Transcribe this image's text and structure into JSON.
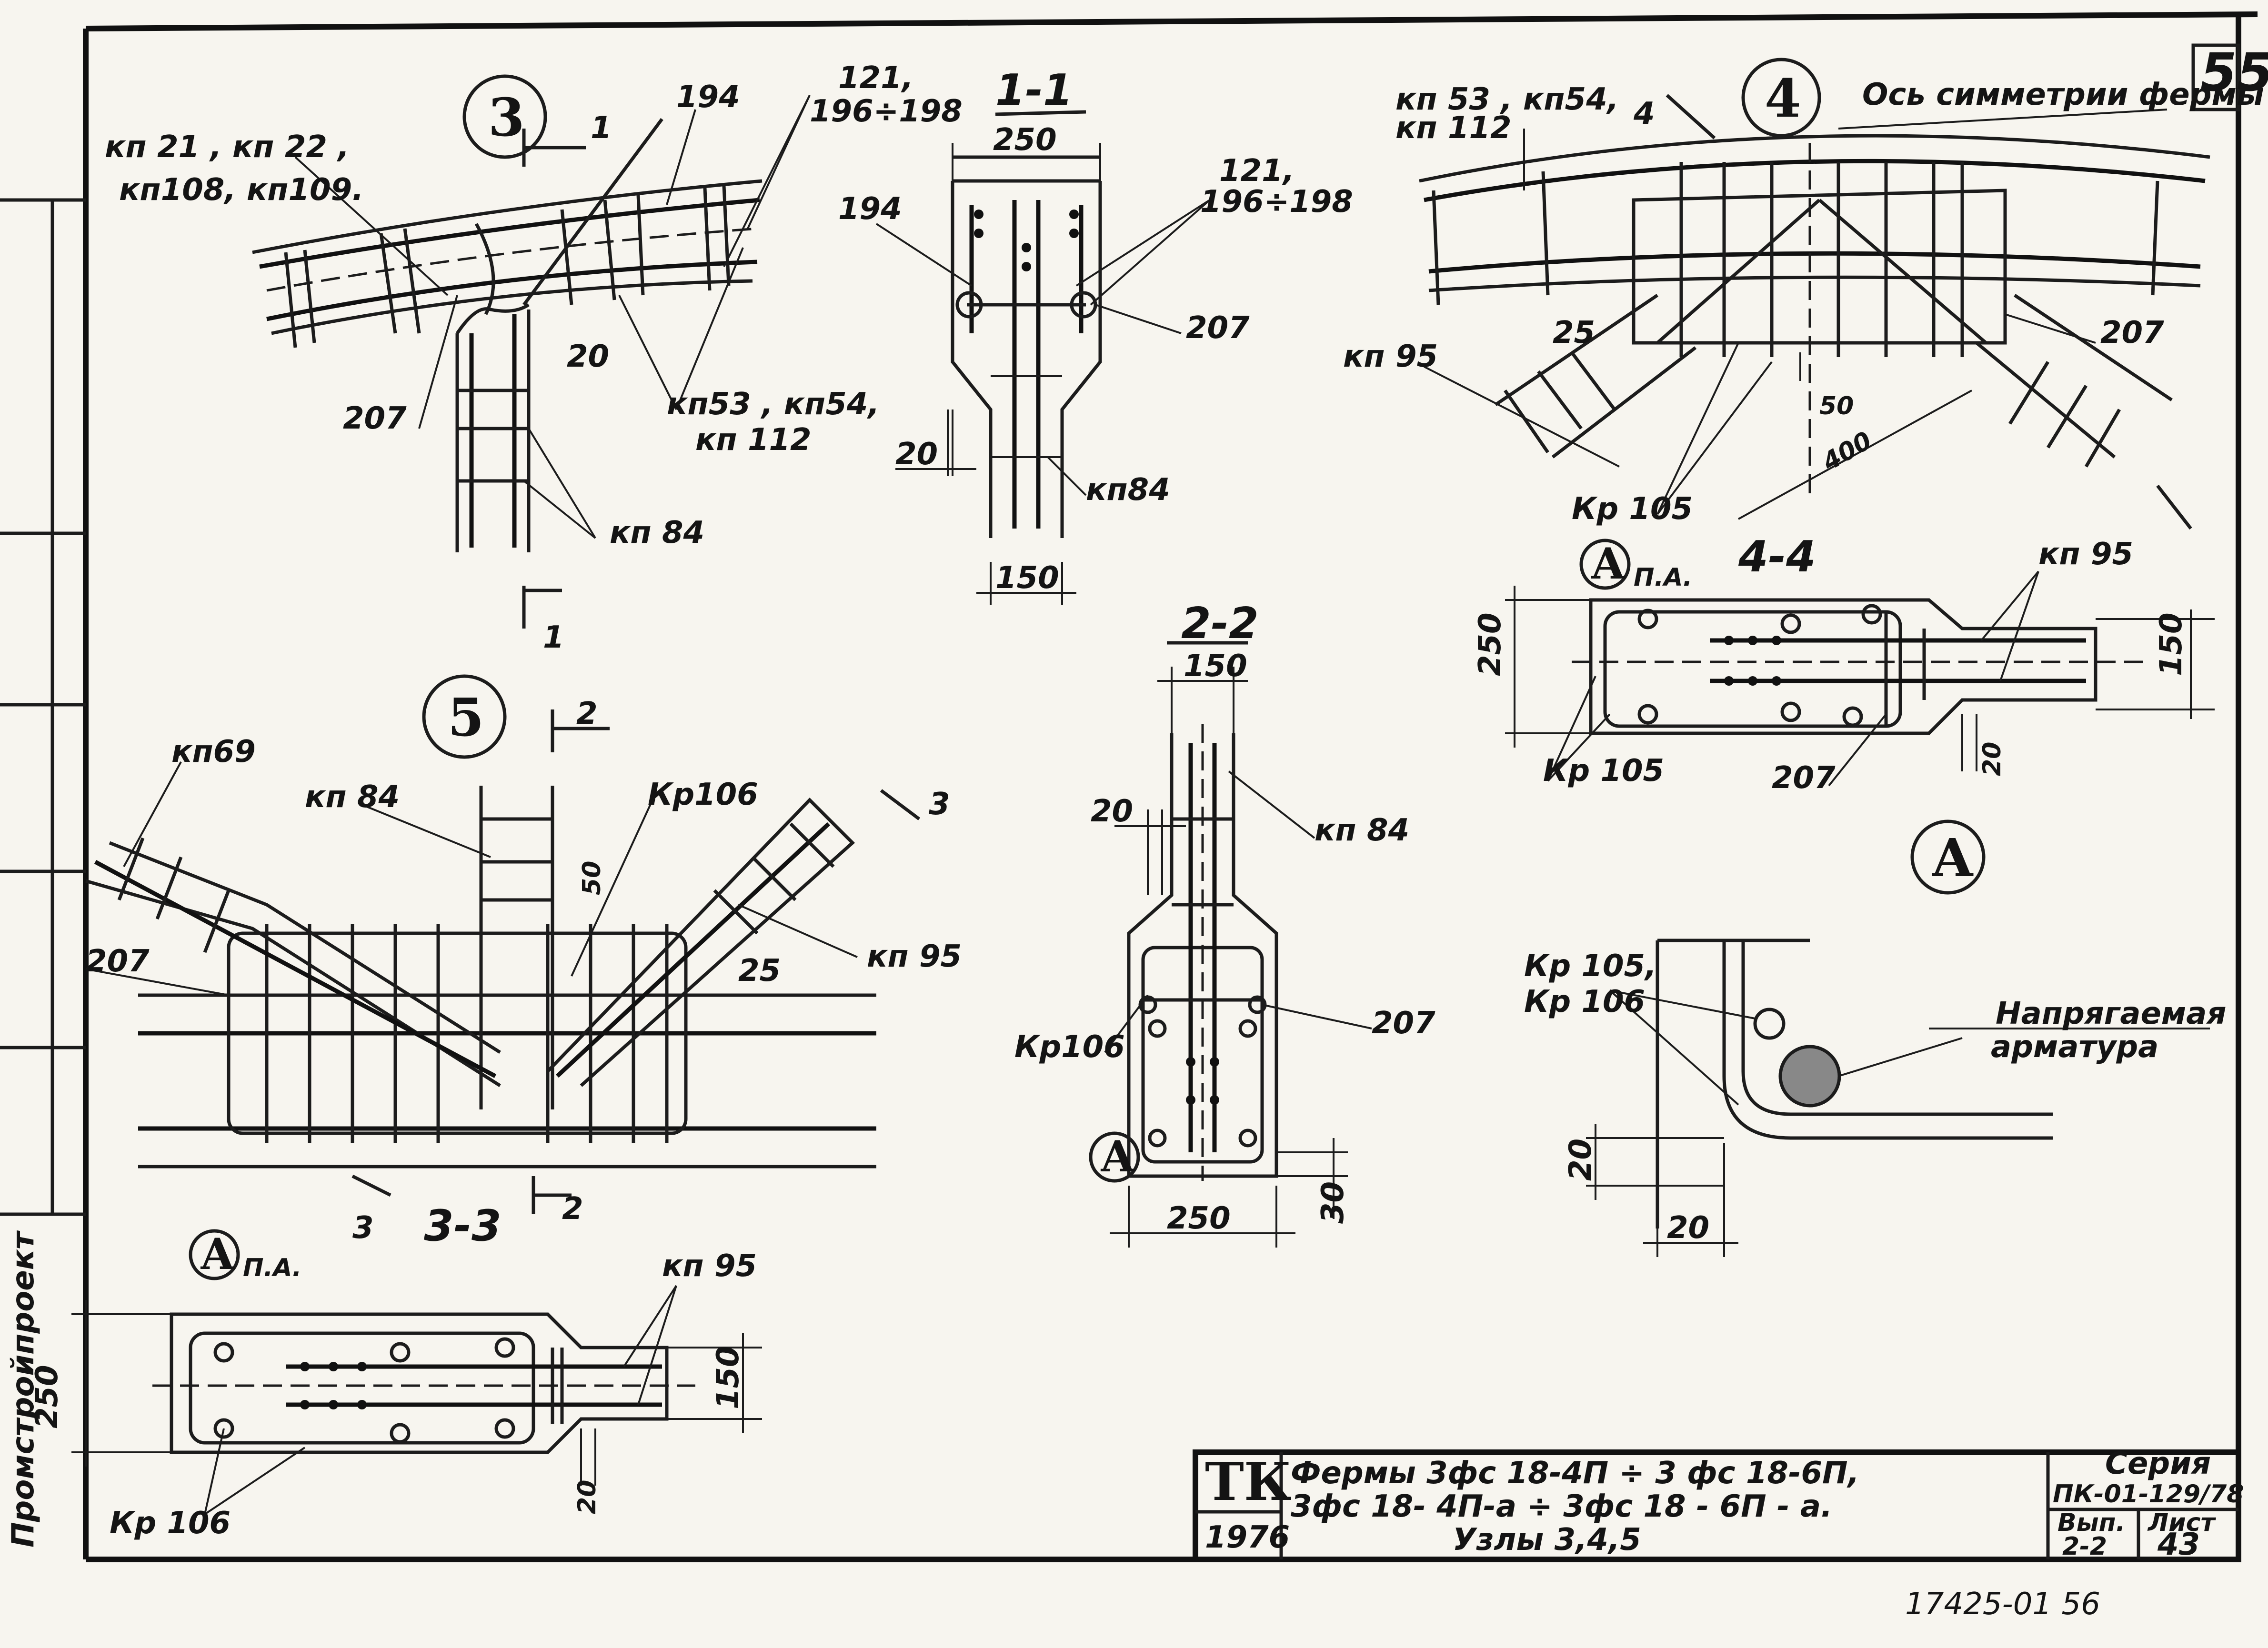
{
  "sheet_number": "55",
  "side_stamp": "Промстройпроект",
  "nodes": {
    "node3": {
      "number": "3",
      "labels": {
        "kp21": "кп 21 ,  кп 22 ,",
        "kp108": "кп108, кп109.",
        "n194": "194",
        "n121": "121,",
        "n196": "196÷198",
        "n20": "20",
        "n207": "207",
        "kp53": "кп53 ,  кп54,",
        "kp112": "кп 112",
        "kp84": "кп 84"
      },
      "cut_number": "1"
    },
    "section11": {
      "title": "1-1",
      "labels": {
        "n250": "250",
        "n194": "194",
        "n121": "121,",
        "n196": "196÷198",
        "n207": "207",
        "n20": "20",
        "kp84": "кп84",
        "n150": "150"
      }
    },
    "node4": {
      "number": "4",
      "labels": {
        "kp53": "кп 53 , кп54,",
        "kp112": "кп 112",
        "cut": "4",
        "axis": "Ось симметрии фермы",
        "n25": "25",
        "kp95": "кп 95",
        "n207": "207",
        "n50": "50",
        "n400": "400",
        "kr105": "Кр 105"
      }
    },
    "section44": {
      "title": "4-4",
      "view_letter": "А",
      "view_note": "П.А.",
      "labels": {
        "kp95": "кп 95",
        "n250": "250",
        "n150": "150",
        "n20": "20",
        "kr105": "Кр 105",
        "n207": "207"
      }
    },
    "node5": {
      "number": "5",
      "labels": {
        "kp69": "кп69",
        "kp84": "кп 84",
        "kr106": "Кр106",
        "cut2": "2",
        "cut3": "3",
        "n50": "50",
        "n207": "207",
        "n25": "25",
        "kp95": "кп 95"
      }
    },
    "section22": {
      "title": "2-2",
      "view_letter": "А",
      "labels": {
        "n150": "150",
        "n20": "20",
        "kp84": "кп 84",
        "kr106": "Кр106",
        "n207": "207",
        "n250": "250",
        "n30": "30"
      }
    },
    "section33": {
      "title": "3-3",
      "view_letter": "А",
      "view_note": "П.А.",
      "labels": {
        "kp95": "кп 95",
        "n250": "250",
        "n150": "150",
        "n20": "20",
        "kr106": "Кр 106"
      }
    },
    "detailA": {
      "letter": "А",
      "labels": {
        "kr105": "Кр 105,",
        "kr106": "Кр 106",
        "tendon1": "Напрягаемая",
        "tendon2": "арматура",
        "n20a": "20",
        "n20b": "20"
      }
    }
  },
  "title_block": {
    "org": "ТК",
    "year": "1976",
    "line1": "Фермы 3фс 18-4П ÷ 3 фс 18-6П,",
    "line2": "3фс 18- 4П-а ÷ 3фс 18 - 6П - а.",
    "line3": "Узлы 3,4,5",
    "series_label": "Серия",
    "series_value": "ПК-01-129/78",
    "issue_label": "Вып.",
    "issue_value": "2-2",
    "sheet_label": "Лист",
    "sheet_value": "43"
  },
  "footer_code": "17425-01   56"
}
